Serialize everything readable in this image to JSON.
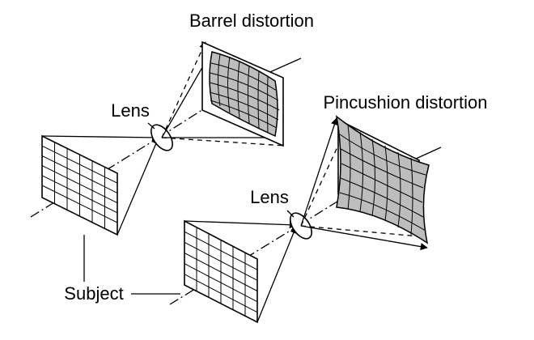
{
  "labels": {
    "barrel": "Barrel distortion",
    "pincushion": "Pincushion distortion",
    "lens_top": "Lens",
    "lens_bottom": "Lens",
    "subject": "Subject"
  },
  "colors": {
    "line": "#000000",
    "distorted_fill": "#bdbdbd",
    "background": "#ffffff"
  }
}
